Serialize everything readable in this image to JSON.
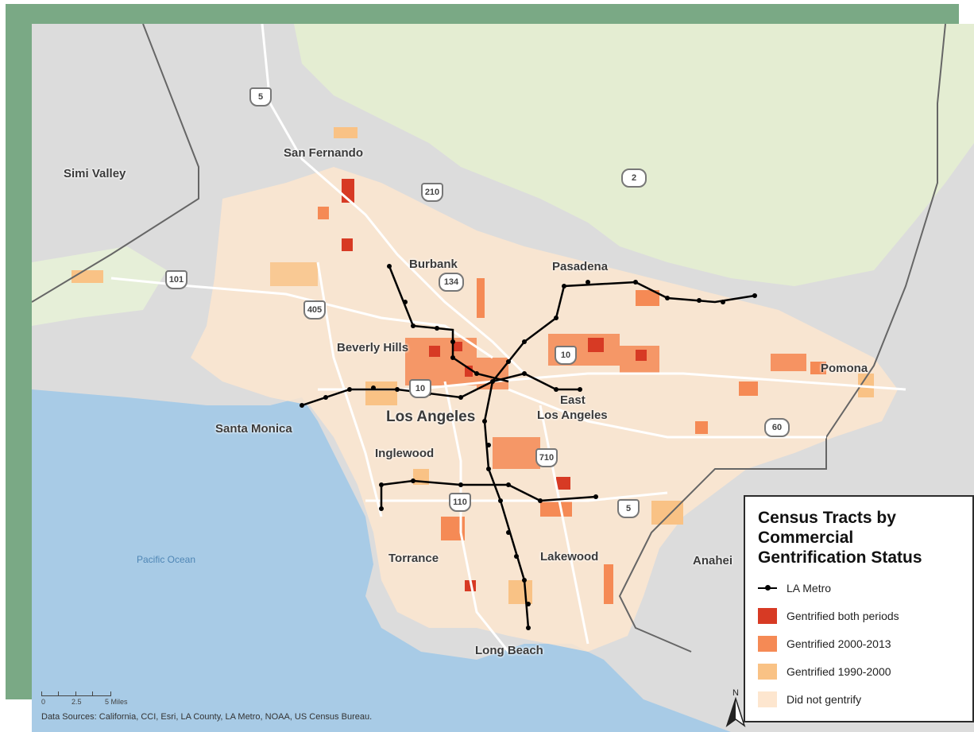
{
  "legend": {
    "title": "Census Tracts by Commercial Gentrification Status",
    "items": [
      {
        "label": "LA Metro",
        "kind": "line",
        "color": "#000000"
      },
      {
        "label": "Gentrified both periods",
        "kind": "fill",
        "color": "#d73a24"
      },
      {
        "label": "Gentrified 2000-2013",
        "kind": "fill",
        "color": "#f58a55"
      },
      {
        "label": "Gentrified 1990-2000",
        "kind": "fill",
        "color": "#f9c285"
      },
      {
        "label": "Did not gentrify",
        "kind": "fill",
        "color": "#fde6cf"
      }
    ]
  },
  "places": {
    "simi_valley": "Simi Valley",
    "san_fernando": "San Fernando",
    "burbank": "Burbank",
    "pasadena": "Pasadena",
    "beverly_hills": "Beverly Hills",
    "los_angeles": "Los Angeles",
    "santa_monica": "Santa Monica",
    "east": "East",
    "east_los_angeles": "Los Angeles",
    "pomona": "Pomona",
    "inglewood": "Inglewood",
    "torrance": "Torrance",
    "lakewood": "Lakewood",
    "long_beach": "Long Beach",
    "anaheim": "Anahei",
    "pacific_ocean": "Pacific Ocean"
  },
  "highways": {
    "i5_north": "5",
    "sr2": "2",
    "i210": "210",
    "us101": "101",
    "sr134": "134",
    "i405": "405",
    "i10_west": "10",
    "i10_east": "10",
    "sr60": "60",
    "i710": "710",
    "i110": "110",
    "i5_south": "5"
  },
  "scale": {
    "ticks": [
      "0",
      "2.5",
      "5 Miles"
    ]
  },
  "north_label": "N",
  "sources": "Data Sources: California, CCI, Esri, LA County, LA Metro, NOAA, US Census Bureau.",
  "colors": {
    "frame": "#7aa985",
    "land": "#dcdcdc",
    "forest": "#e4edd2",
    "water": "#a8cbe6",
    "metro": "#000000"
  }
}
